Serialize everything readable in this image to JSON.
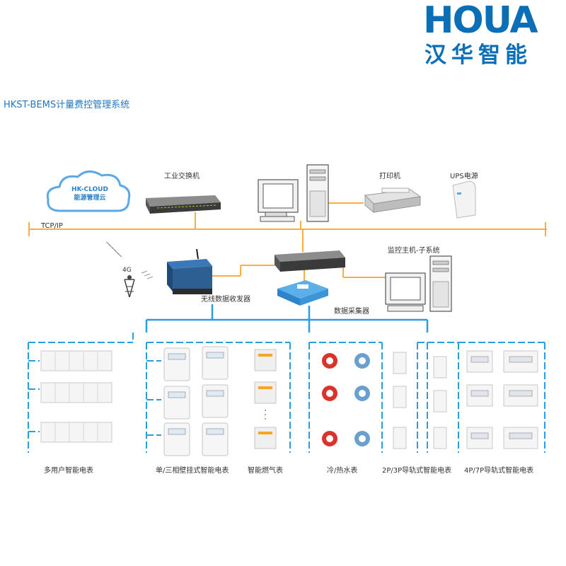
{
  "brand": {
    "logo_text": "HOUA",
    "name_cn": "汉华智能",
    "color_primary": "#0b6fb8",
    "color_accent": "#f5a623"
  },
  "title": "HKST-BEMS计量费控管理系统",
  "network": {
    "tcpip_label": "TCP/IP",
    "bus_color": "#f5b041",
    "field_bus_color": "#2a9de0"
  },
  "cloud": {
    "line1": "HK-CLOUD",
    "line2": "能源管理云"
  },
  "labels": {
    "switch": "工业交换机",
    "printer": "打印机",
    "ups": "UPS电源",
    "monitor_host": "监控主机-子系统",
    "wireless": "无线数据收发器",
    "collector": "数据采集器",
    "signal_4g": "4G"
  },
  "meter_groups": [
    {
      "id": "multi-user",
      "label": "多用户智能电表"
    },
    {
      "id": "wall",
      "label": "单/三相壁挂式智能电表"
    },
    {
      "id": "gas",
      "label": "智能燃气表"
    },
    {
      "id": "water",
      "label": "冷/热水表"
    },
    {
      "id": "rail-2p3p",
      "label": "2P/3P导轨式智能电表"
    },
    {
      "id": "rail-4p7p",
      "label": "4P/7P导轨式智能电表"
    }
  ]
}
